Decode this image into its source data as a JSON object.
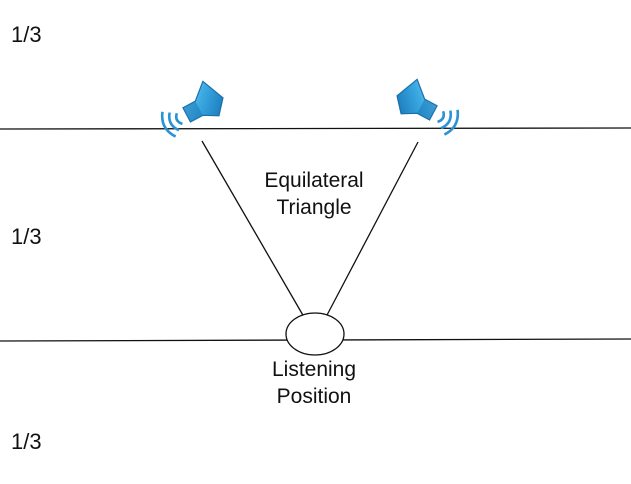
{
  "zones": {
    "top_label": "1/3",
    "middle_label": "1/3",
    "bottom_label": "1/3"
  },
  "triangle_label": {
    "line1": "Equilateral",
    "line2": "Triangle"
  },
  "listening_label": {
    "line1": "Listening",
    "line2": "Position"
  },
  "icons": {
    "left_speaker": "speaker-icon",
    "right_speaker": "speaker-icon",
    "listener": "ellipse"
  },
  "colors": {
    "line": "#111111",
    "speaker_light": "#7fcdef",
    "speaker_mid": "#36a7e0",
    "speaker_dark": "#1773b4",
    "wave": "#2a93d5"
  }
}
